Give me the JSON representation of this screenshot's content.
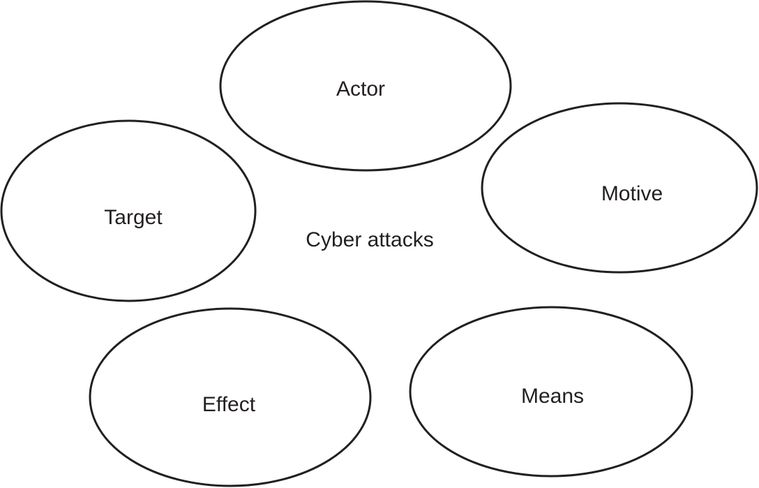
{
  "center": {
    "label": "Cyber attacks"
  },
  "nodes": {
    "actor": {
      "label": "Actor"
    },
    "target": {
      "label": "Target"
    },
    "motive": {
      "label": "Motive"
    },
    "effect": {
      "label": "Effect"
    },
    "means": {
      "label": "Means"
    }
  },
  "colors": {
    "stroke": "#231f20",
    "text": "#231f20",
    "background": "#ffffff"
  }
}
